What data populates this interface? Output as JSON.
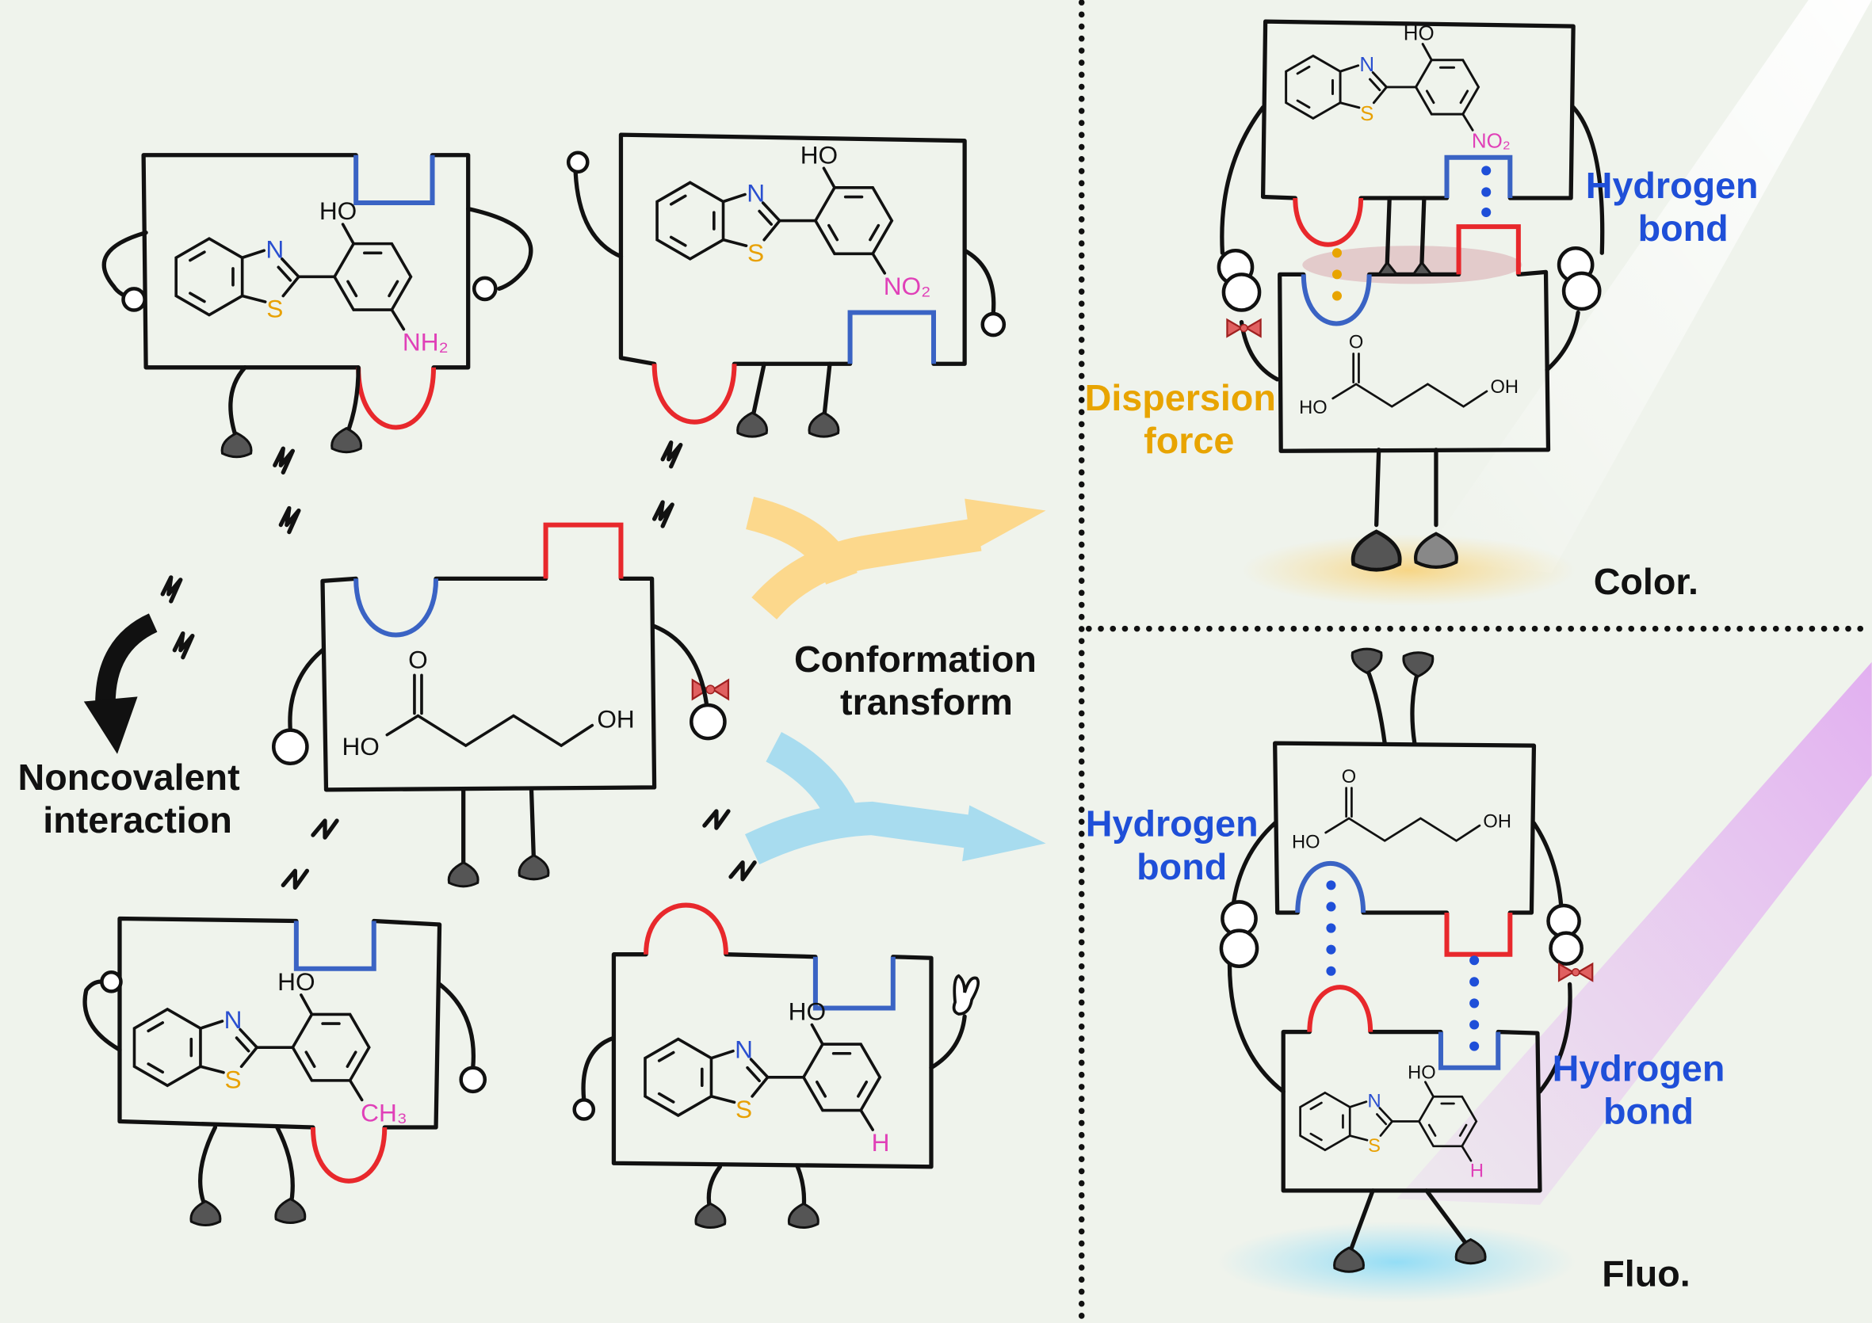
{
  "labels": {
    "noncovalent": [
      "Noncovalent",
      "interaction"
    ],
    "conformation": [
      "Conformation",
      "transform"
    ],
    "hbond_top": [
      "Hydrogen",
      "bond"
    ],
    "dispersion": [
      "Dispersion",
      "force"
    ],
    "color": "Color.",
    "hbond_left": [
      "Hydrogen",
      "bond"
    ],
    "hbond_right": [
      "Hydrogen",
      "bond"
    ],
    "fluo": "Fluo."
  },
  "molecules": {
    "hbt_atoms": {
      "ho": "HO",
      "n": "N",
      "s": "S"
    },
    "substituents": {
      "a": "NH₂",
      "b": "NO₂",
      "c": "CH₃",
      "d": "H"
    },
    "acid_atoms": {
      "o": "O",
      "ho": "HO",
      "oh": "OH"
    }
  },
  "colors": {
    "background": "#eff3ec",
    "blue_piece": "#3a63c4",
    "red_piece": "#e8282c",
    "nitrogen": "#2a4fd0",
    "sulfur": "#e8a000",
    "substituent": "#e040b8",
    "hbond_text": "#1f4fd8",
    "dispersion_text": "#e8a400",
    "yellow_arrow": "#fcd88c",
    "blue_arrow": "#a8dcef",
    "yellow_glow": "#f8dc90",
    "blue_glow": "#9fe0f6",
    "purple_beam": "#e4b4f2"
  }
}
